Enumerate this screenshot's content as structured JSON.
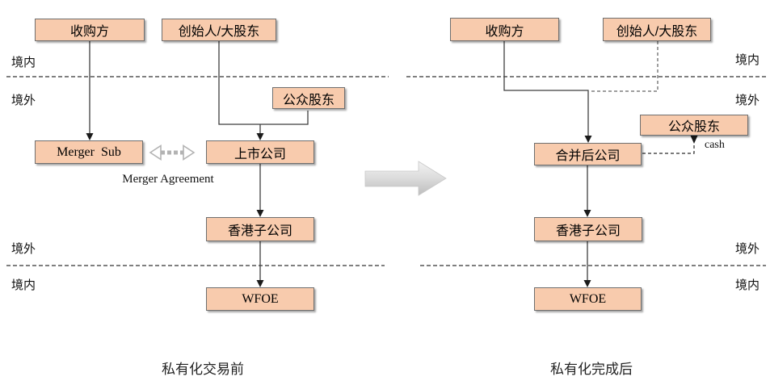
{
  "before": {
    "caption": "私有化交易前",
    "nodes": {
      "acquirer": "收购方",
      "founder": "创始人/大股东",
      "public_shareholders": "公众股东",
      "merger_sub": "Merger  Sub",
      "listed_company": "上市公司",
      "hk_subsidiary": "香港子公司",
      "wfoe": "WFOE"
    },
    "labels": {
      "onshore_top": "境内",
      "offshore_top": "境外",
      "offshore_bottom": "境外",
      "onshore_bottom": "境内",
      "merger_agreement": "Merger Agreement"
    }
  },
  "after": {
    "caption": "私有化完成后",
    "nodes": {
      "acquirer": "收购方",
      "founder": "创始人/大股东",
      "public_shareholders": "公众股东",
      "merged_company": "合并后公司",
      "hk_subsidiary": "香港子公司",
      "wfoe": "WFOE"
    },
    "labels": {
      "onshore_top": "境内",
      "offshore_top": "境外",
      "offshore_bottom": "境外",
      "onshore_bottom": "境内",
      "cash": "cash"
    }
  },
  "icons": {
    "transition_arrow": "big-right-arrow",
    "merger_agreement_arrow": "double-headed-arrow"
  },
  "colors": {
    "box_fill": "#F8CBAD",
    "box_border": "#6F6F6F",
    "connector_line": "#3F3F3F",
    "dashed_gray": "#7F7F7F",
    "divider_dash": "#333333",
    "big_arrow_fill": "#D9D9D9"
  }
}
